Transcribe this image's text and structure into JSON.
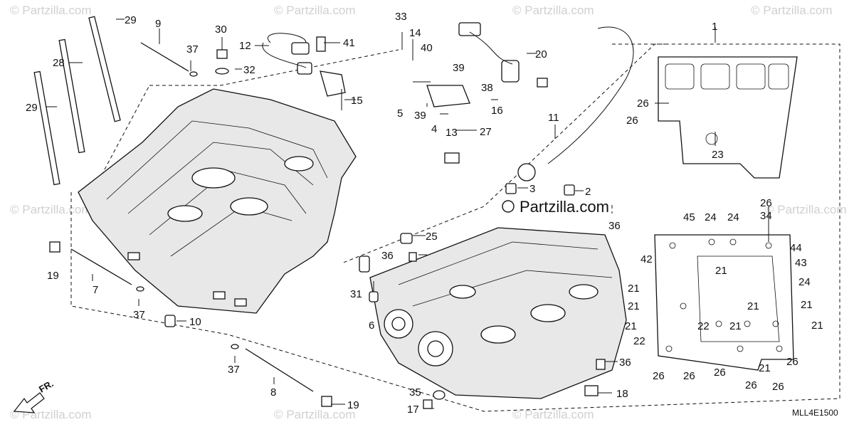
{
  "watermarks": [
    "© Partzilla.com",
    "© Partzilla.com",
    "© Partzilla.com",
    "© Partzilla.com",
    "© Partzilla.com",
    "© Partzilla.com",
    "© Partzilla.com",
    "© Partzilla.com",
    "© Partzilla.com"
  ],
  "center_watermark": "Partzilla.com",
  "diagram_code": "MLL4E1500",
  "front_arrow_label": "FR.",
  "callouts": {
    "c1": "1",
    "c2": "2",
    "c3": "3",
    "c4": "4",
    "c5": "5",
    "c6": "6",
    "c7": "7",
    "c8": "8",
    "c9": "9",
    "c10": "10",
    "c11": "11",
    "c12": "12",
    "c13": "13",
    "c14": "14",
    "c15": "15",
    "c16": "16",
    "c17": "17",
    "c18": "18",
    "c19a": "19",
    "c19b": "19",
    "c20": "20",
    "c21a": "21",
    "c21b": "21",
    "c21c": "21",
    "c21d": "21",
    "c21e": "21",
    "c21f": "21",
    "c21g": "21",
    "c21h": "21",
    "c21i": "21",
    "c22a": "22",
    "c22b": "22",
    "c23": "23",
    "c24a": "24",
    "c24b": "24",
    "c24c": "24",
    "c25": "25",
    "c26a": "26",
    "c26b": "26",
    "c26c": "26",
    "c26d": "26",
    "c26e": "26",
    "c26f": "26",
    "c26g": "26",
    "c26h": "26",
    "c26i": "26",
    "c27": "27",
    "c28": "28",
    "c29a": "29",
    "c29b": "29",
    "c30": "30",
    "c31": "31",
    "c32": "32",
    "c33": "33",
    "c34": "34",
    "c35": "35",
    "c36a": "36",
    "c36b": "36",
    "c36c": "36",
    "c37a": "37",
    "c37b": "37",
    "c37c": "37",
    "c38": "38",
    "c39a": "39",
    "c39b": "39",
    "c40": "40",
    "c41": "41",
    "c42": "42",
    "c43": "43",
    "c44": "44",
    "c45": "45"
  }
}
